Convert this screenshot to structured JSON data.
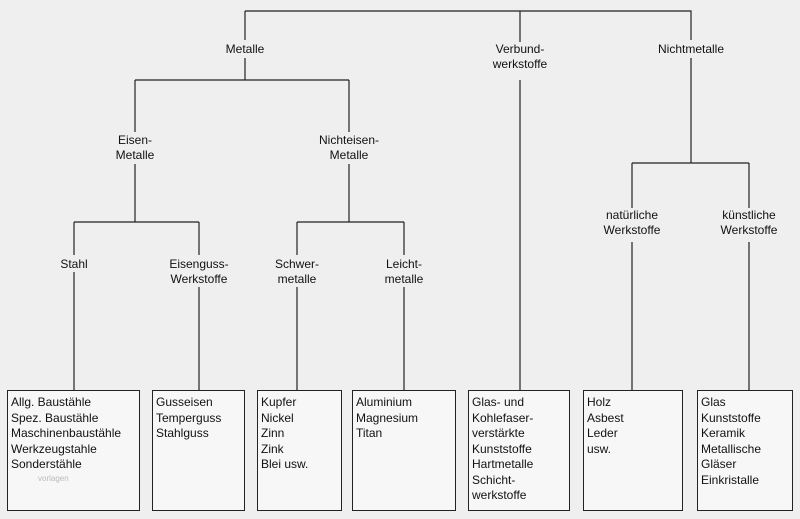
{
  "nodes": {
    "metalle": "Metalle",
    "verbund": [
      "Verbund-",
      "werkstoffe"
    ],
    "nichtmetalle": "Nichtmetalle",
    "eisen": [
      "Eisen-",
      "Metalle"
    ],
    "nichteisen": [
      "Nichteisen-",
      "Metalle"
    ],
    "stahl": "Stahl",
    "eisenguss": [
      "Eisenguss-",
      "Werkstoffe"
    ],
    "schwer": [
      "Schwer-",
      "metalle"
    ],
    "leicht": [
      "Leicht-",
      "metalle"
    ],
    "natuerlich": [
      "natürliche",
      "Werkstoffe"
    ],
    "kuenstlich": [
      "künstliche",
      "Werkstoffe"
    ]
  },
  "boxes": {
    "stahl": [
      "Allg. Baustähle",
      "Spez. Baustähle",
      "Maschinenbaustähle",
      "Werkzeugstahle",
      "Sonderstähle"
    ],
    "eisenguss": [
      "Gusseisen",
      "Temperguss",
      "Stahlguss"
    ],
    "schwer": [
      "Kupfer",
      "Nickel",
      "Zinn",
      "Zink",
      "Blei usw."
    ],
    "leicht": [
      "Aluminium",
      "Magnesium",
      "Titan"
    ],
    "verbund": [
      "Glas- und",
      "Kohlefaser-",
      "verstärkte",
      "Kunststoffe",
      "Hartmetalle",
      "Schicht-",
      "werkstoffe"
    ],
    "natuerlich": [
      "Holz",
      "Asbest",
      "Leder",
      "usw."
    ],
    "kuenstlich": [
      "Glas",
      "Kunststoffe",
      "Keramik",
      "Metallische",
      "Gläser",
      "Einkristalle"
    ]
  },
  "watermark": "vorlagen"
}
